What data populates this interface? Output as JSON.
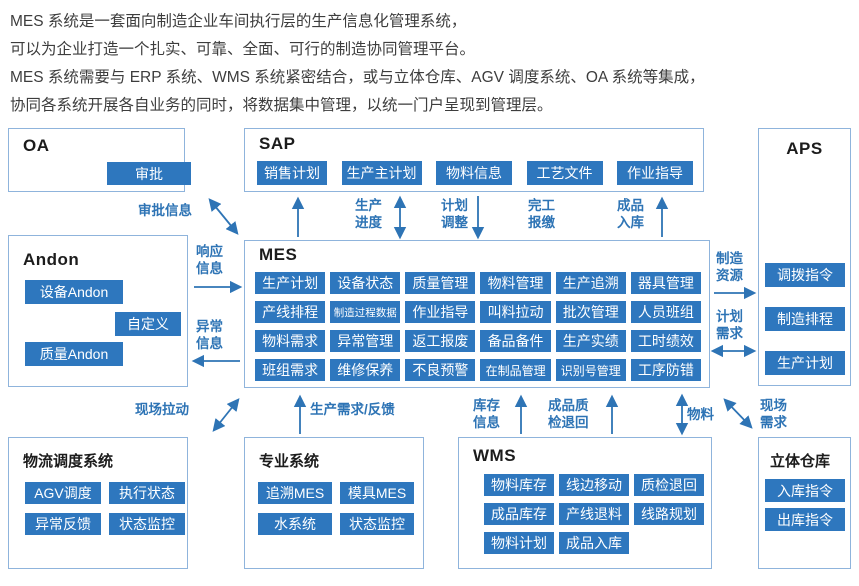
{
  "header": {
    "lines": [
      "MES 系统是一套面向制造企业车间执行层的生产信息化管理系统，",
      "可以为企业打造一个扎实、可靠、全面、可行的制造协同管理平台。",
      "MES 系统需要与 ERP 系统、WMS 系统紧密结合，或与立体仓库、AGV 调度系统、OA 系统等集成，",
      "协同各系统开展各自业务的同时，将数据集中管理，以统一门户呈现到管理层。"
    ]
  },
  "colors": {
    "node_blue": "#2e77be",
    "box_border": "#8fb4dc",
    "label_blue": "#2e74b5",
    "header_text": "#3d3d3d"
  },
  "boxes": {
    "oa": {
      "title": "OA",
      "items": [
        "审批"
      ]
    },
    "sap": {
      "title": "SAP",
      "items": [
        "销售计划",
        "生产主计划",
        "物料信息",
        "工艺文件",
        "作业指导"
      ]
    },
    "aps": {
      "title": "APS",
      "items": [
        "调拨指令",
        "制造排程",
        "生产计划"
      ]
    },
    "andon": {
      "title": "Andon",
      "items": [
        "设备Andon",
        "自定义",
        "质量Andon"
      ]
    },
    "mes": {
      "title": "MES",
      "items": [
        "生产计划",
        "设备状态",
        "质量管理",
        "物料管理",
        "生产追溯",
        "器具管理",
        "产线排程",
        "制造过程数据",
        "作业指导",
        "叫料拉动",
        "批次管理",
        "人员班组",
        "物料需求",
        "异常管理",
        "返工报废",
        "备品备件",
        "生产实绩",
        "工时绩效",
        "班组需求",
        "维修保养",
        "不良预警",
        "在制品管理",
        "识别号管理",
        "工序防错"
      ]
    },
    "logistics": {
      "title": "物流调度系统",
      "items": [
        "AGV调度",
        "执行状态",
        "异常反馈",
        "状态监控"
      ]
    },
    "specialized": {
      "title": "专业系统",
      "items": [
        "追溯MES",
        "模具MES",
        "水系统",
        "状态监控"
      ]
    },
    "wms": {
      "title": "WMS",
      "items": [
        "物料库存",
        "线边移动",
        "质检退回",
        "成品库存",
        "产线退料",
        "线路规划",
        "物料计划",
        "成品入库"
      ]
    },
    "warehouse": {
      "title": "立体仓库",
      "items": [
        "入库指令",
        "出库指令"
      ]
    }
  },
  "labels": {
    "approval_info": "审批信息",
    "production_progress": "生产\n进度",
    "plan_adjustment": "计划\n调整",
    "completion_report": "完工\n报缴",
    "finished_goods_in": "成品\n入库",
    "response_info": "响应\n信息",
    "abnormal_info": "异常\n信息",
    "manufacturing_resources": "制造\n资源",
    "plan_demand": "计划\n需求",
    "site_pull": "现场拉动",
    "production_demand_feedback": "生产需求/反馈",
    "inventory_info": "库存\n信息",
    "finished_qc_return": "成品质\n检退回",
    "material": "物料",
    "site_demand": "现场\n需求"
  }
}
